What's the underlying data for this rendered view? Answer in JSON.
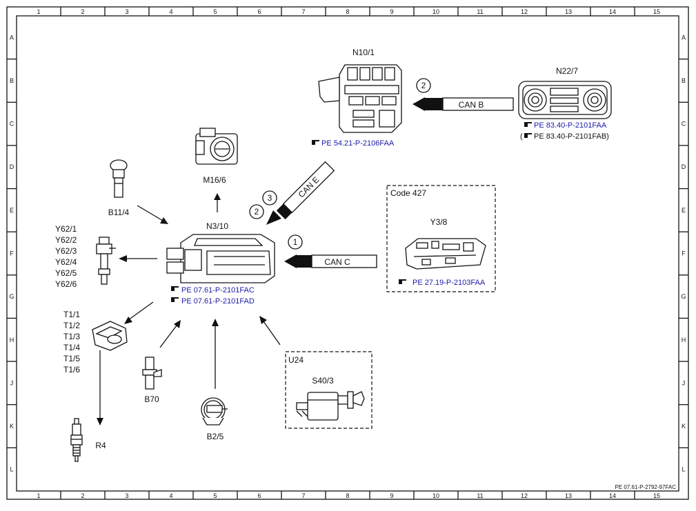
{
  "frame": {
    "col_numbers": [
      "1",
      "2",
      "3",
      "4",
      "5",
      "6",
      "7",
      "8",
      "9",
      "10",
      "11",
      "12",
      "13",
      "14",
      "15"
    ],
    "row_letters": [
      "A",
      "B",
      "C",
      "D",
      "E",
      "F",
      "G",
      "H",
      "J",
      "K",
      "L"
    ],
    "footer_ref": "PE 07.61-P-2792-97FAC"
  },
  "components": {
    "n10_1": {
      "label": "N10/1",
      "ref": "PE 54.21-P-2106FAA"
    },
    "n22_7": {
      "label": "N22/7",
      "ref1": "PE 83.40-P-2101FAA",
      "ref2_open": "(",
      "ref2": "PE 83.40-P-2101FAB)"
    },
    "m16_6": {
      "label": "M16/6"
    },
    "b11_4": {
      "label": "B11/4"
    },
    "n3_10": {
      "label": "N3/10",
      "ref1": "PE 07.61-P-2101FAC",
      "ref2": "PE 07.61-P-2101FAD"
    },
    "y62": {
      "labels": [
        "Y62/1",
        "Y62/2",
        "Y62/3",
        "Y62/4",
        "Y62/5",
        "Y62/6"
      ]
    },
    "t1": {
      "labels": [
        "T1/1",
        "T1/2",
        "T1/3",
        "T1/4",
        "T1/5",
        "T1/6"
      ]
    },
    "b70": {
      "label": "B70"
    },
    "b2_5": {
      "label": "B2/5"
    },
    "r4": {
      "label": "R4"
    },
    "code427": {
      "title": "Code 427",
      "label": "Y3/8",
      "ref": "PE 27.19-P-2103FAA"
    },
    "u24": {
      "title": "U24",
      "label": "S40/3"
    }
  },
  "buses": {
    "can_b": {
      "label": "CAN B",
      "num": "2"
    },
    "can_e": {
      "label": "CAN E",
      "num_a": "3",
      "num_b": "2"
    },
    "can_c": {
      "label": "CAN C",
      "num": "1"
    }
  }
}
